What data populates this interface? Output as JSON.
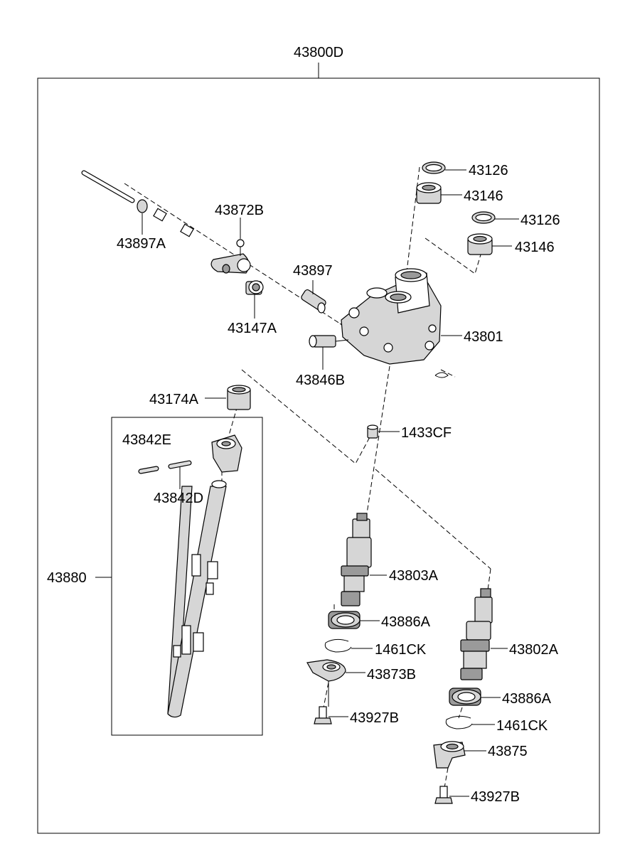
{
  "assembly": "43800D",
  "labels": {
    "p43126_top": "43126",
    "p43146_top": "43146",
    "p43126_mid": "43126",
    "p43146_mid": "43146",
    "p43872B": "43872B",
    "p43897A": "43897A",
    "p43897": "43897",
    "p43147A": "43147A",
    "p43801": "43801",
    "p43846B": "43846B",
    "p43174A": "43174A",
    "p1433CF": "1433CF",
    "p43842E": "43842E",
    "p43842D": "43842D",
    "p43880": "43880",
    "p43803A": "43803A",
    "p43886A_left": "43886A",
    "p1461CK_left": "1461CK",
    "p43873B": "43873B",
    "p43927B_left": "43927B",
    "p43802A": "43802A",
    "p43886A_right": "43886A",
    "p1461CK_right": "1461CK",
    "p43875": "43875",
    "p43927B_right": "43927B"
  }
}
